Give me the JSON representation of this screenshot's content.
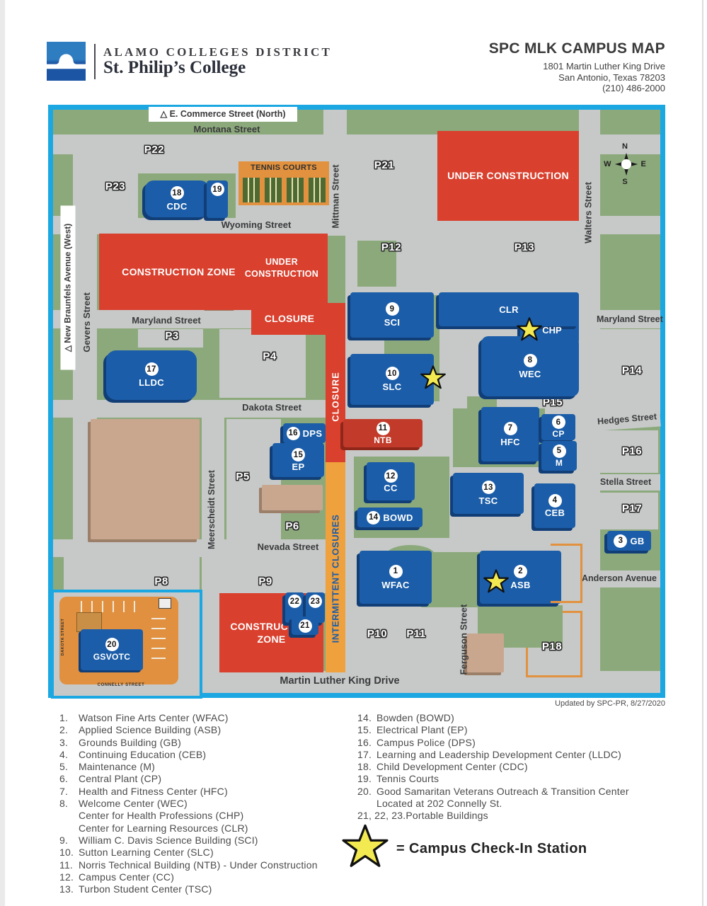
{
  "colors": {
    "map_border": "#1BA7E2",
    "campus_green": "#8CA97C",
    "street_gray": "#C7C9C8",
    "building_blue": "#1B5DA8",
    "construction_red": "#D9402E",
    "closure_orange": "#EFA13D",
    "tennis_orange": "#E2913E",
    "tan_building": "#C8A78E",
    "star_yellow": "#F2EA50"
  },
  "header": {
    "brand_top": "ALAMO COLLEGES DISTRICT",
    "brand_bottom": "St. Philip’s College",
    "title": "SPC MLK CAMPUS MAP",
    "address_line1": "1801 Martin Luther King Drive",
    "address_line2": "San Antonio, Texas 78203",
    "address_line3": "(210) 486-2000"
  },
  "map": {
    "updated_note": "Updated by SPC-PR, 8/27/2020",
    "commerce_label": "△ E. Commerce Street (North)",
    "streets": {
      "montana": "Montana Street",
      "wyoming": "Wyoming Street",
      "maryland": "Maryland Street",
      "dakota": "Dakota Street",
      "nevada": "Nevada Street",
      "hedges": "Hedges Street",
      "stella": "Stella Street",
      "anderson": "Anderson Avenue",
      "mlk": "Martin Luther King Drive",
      "gevers": "Gevers Street",
      "meerscheidt": "Meerscheidt Street",
      "mittman": "Mittman Street",
      "walters": "Walters Street",
      "ferguson": "Ferguson Street",
      "new_braunfels": "△ New Braunfels Avenue (West)"
    },
    "zones": {
      "construction_zone": "CONSTRUCTION ZONE",
      "under_construction": "UNDER CONSTRUCTION",
      "closure": "CLOSURE",
      "intermittent_closures": "INTERMITTENT CLOSURES",
      "tennis_courts": "TENNIS COURTS"
    },
    "parking": {
      "p3": "P3",
      "p4": "P4",
      "p5": "P5",
      "p6": "P6",
      "p8": "P8",
      "p9": "P9",
      "p10": "P10",
      "p11": "P11",
      "p12": "P12",
      "p13": "P13",
      "p14": "P14",
      "p15": "P15",
      "p16": "P16",
      "p17": "P17",
      "p18": "P18",
      "p21": "P21",
      "p22": "P22",
      "p23": "P23"
    },
    "buildings": {
      "b1": {
        "num": "1",
        "code": "WFAC"
      },
      "b2": {
        "num": "2",
        "code": "ASB"
      },
      "b3": {
        "num": "3",
        "code": "GB"
      },
      "b4": {
        "num": "4",
        "code": "CEB"
      },
      "b5": {
        "num": "5",
        "code": "M"
      },
      "b6": {
        "num": "6",
        "code": "CP"
      },
      "b7": {
        "num": "7",
        "code": "HFC"
      },
      "b8": {
        "num": "8",
        "code": "WEC"
      },
      "b9": {
        "num": "9",
        "code": "SCI"
      },
      "b10": {
        "num": "10",
        "code": "SLC"
      },
      "b11": {
        "num": "11",
        "code": "NTB"
      },
      "b12": {
        "num": "12",
        "code": "CC"
      },
      "b13": {
        "num": "13",
        "code": "TSC"
      },
      "b14": {
        "num": "14",
        "code": "BOWD"
      },
      "b15": {
        "num": "15",
        "code": "EP"
      },
      "b16": {
        "num": "16",
        "code": "DPS"
      },
      "b17": {
        "num": "17",
        "code": "LLDC"
      },
      "b18": {
        "num": "18",
        "code": "CDC"
      },
      "b19": {
        "num": "19"
      },
      "b20": {
        "num": "20",
        "code": "GSVOTC"
      },
      "b21": {
        "num": "21"
      },
      "b22": {
        "num": "22"
      },
      "b23": {
        "num": "23"
      },
      "clr": "CLR",
      "chp": "CHP"
    },
    "compass": {
      "n": "N",
      "e": "E",
      "s": "S",
      "w": "W"
    },
    "inset": {
      "dakota": "DAKOTA STREET",
      "connelly": "CONNELLY STREET"
    }
  },
  "legend": {
    "left": [
      {
        "n": "1.",
        "t": "Watson Fine Arts Center (WFAC)"
      },
      {
        "n": "2.",
        "t": "Applied Science Building (ASB)"
      },
      {
        "n": "3.",
        "t": "Grounds Building (GB)"
      },
      {
        "n": "4.",
        "t": "Continuing Education (CEB)"
      },
      {
        "n": "5.",
        "t": "Maintenance (M)"
      },
      {
        "n": "6.",
        "t": "Central Plant (CP)"
      },
      {
        "n": "7.",
        "t": "Health and Fitness Center (HFC)"
      },
      {
        "n": "8.",
        "t": "Welcome Center (WEC)"
      },
      {
        "n": "",
        "t": "Center for Health Professions (CHP)"
      },
      {
        "n": "",
        "t": "Center for Learning Resources (CLR)"
      },
      {
        "n": "9.",
        "t": "William C. Davis Science Building (SCI)"
      },
      {
        "n": "10.",
        "t": "Sutton Learning Center (SLC)"
      },
      {
        "n": "11.",
        "t": "Norris Technical Building (NTB) - Under Construction"
      },
      {
        "n": "12.",
        "t": "Campus Center (CC)"
      },
      {
        "n": "13.",
        "t": "Turbon Student Center (TSC)"
      }
    ],
    "right": [
      {
        "n": "14.",
        "t": "Bowden (BOWD)"
      },
      {
        "n": "15.",
        "t": "Electrical Plant (EP)"
      },
      {
        "n": "16.",
        "t": "Campus Police (DPS)"
      },
      {
        "n": "17.",
        "t": "Learning and Leadership Development Center (LLDC)"
      },
      {
        "n": "18.",
        "t": "Child Development Center (CDC)"
      },
      {
        "n": "19.",
        "t": "Tennis Courts"
      },
      {
        "n": "20.",
        "t": "Good Samaritan Veterans Outreach & Transition Center"
      },
      {
        "n": "",
        "t": "Located at 202 Connelly St."
      },
      {
        "n": "21, 22, 23.",
        "t": "Portable Buildings"
      }
    ],
    "star_label": "= Campus Check-In Station"
  }
}
